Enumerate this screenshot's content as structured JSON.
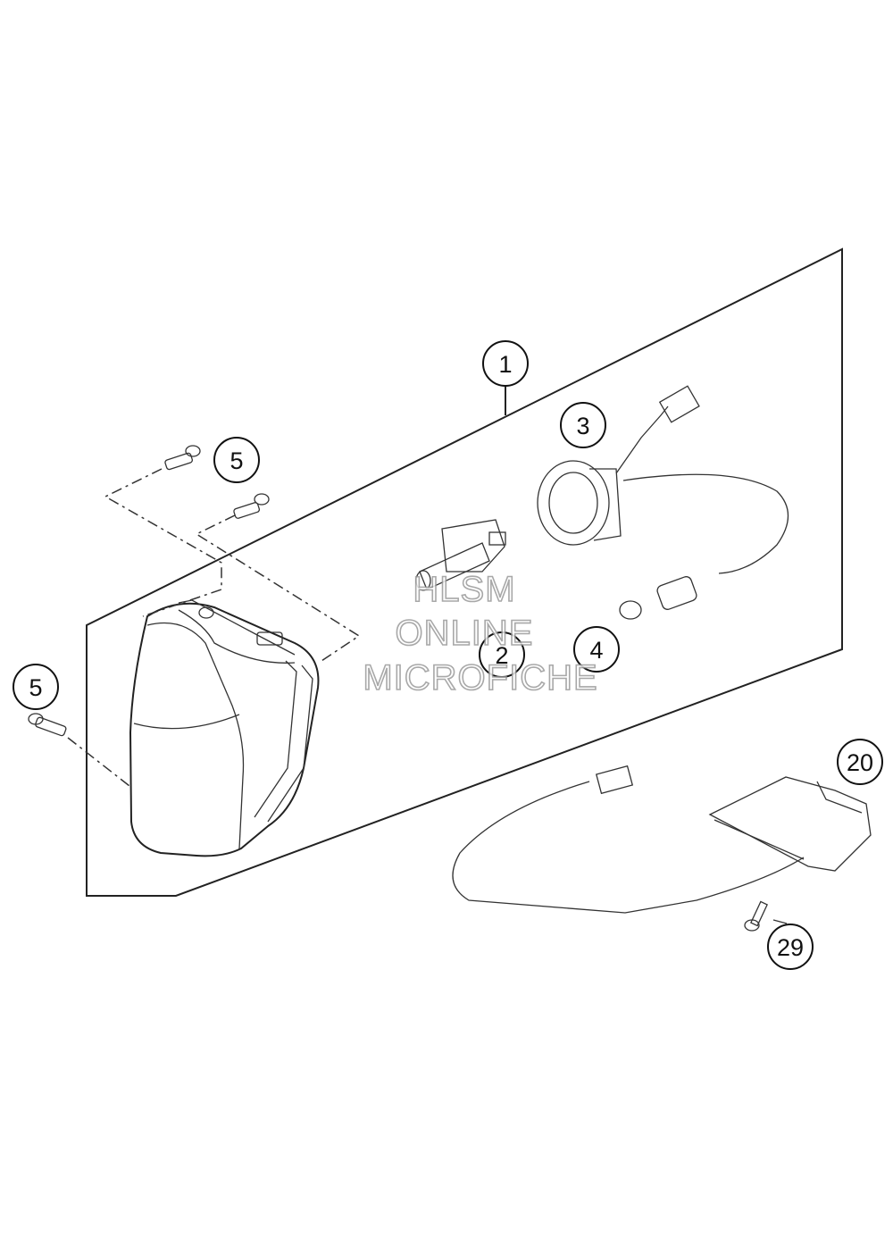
{
  "callouts": [
    {
      "id": "1",
      "label": "1"
    },
    {
      "id": "2",
      "label": "2"
    },
    {
      "id": "3",
      "label": "3"
    },
    {
      "id": "4",
      "label": "4"
    },
    {
      "id": "5a",
      "label": "5"
    },
    {
      "id": "5b",
      "label": "5"
    },
    {
      "id": "20",
      "label": "20"
    },
    {
      "id": "29",
      "label": "29"
    }
  ],
  "watermark": {
    "line1": "HLSM",
    "line2": "ONLINE",
    "line3": "MICROFICHE"
  }
}
